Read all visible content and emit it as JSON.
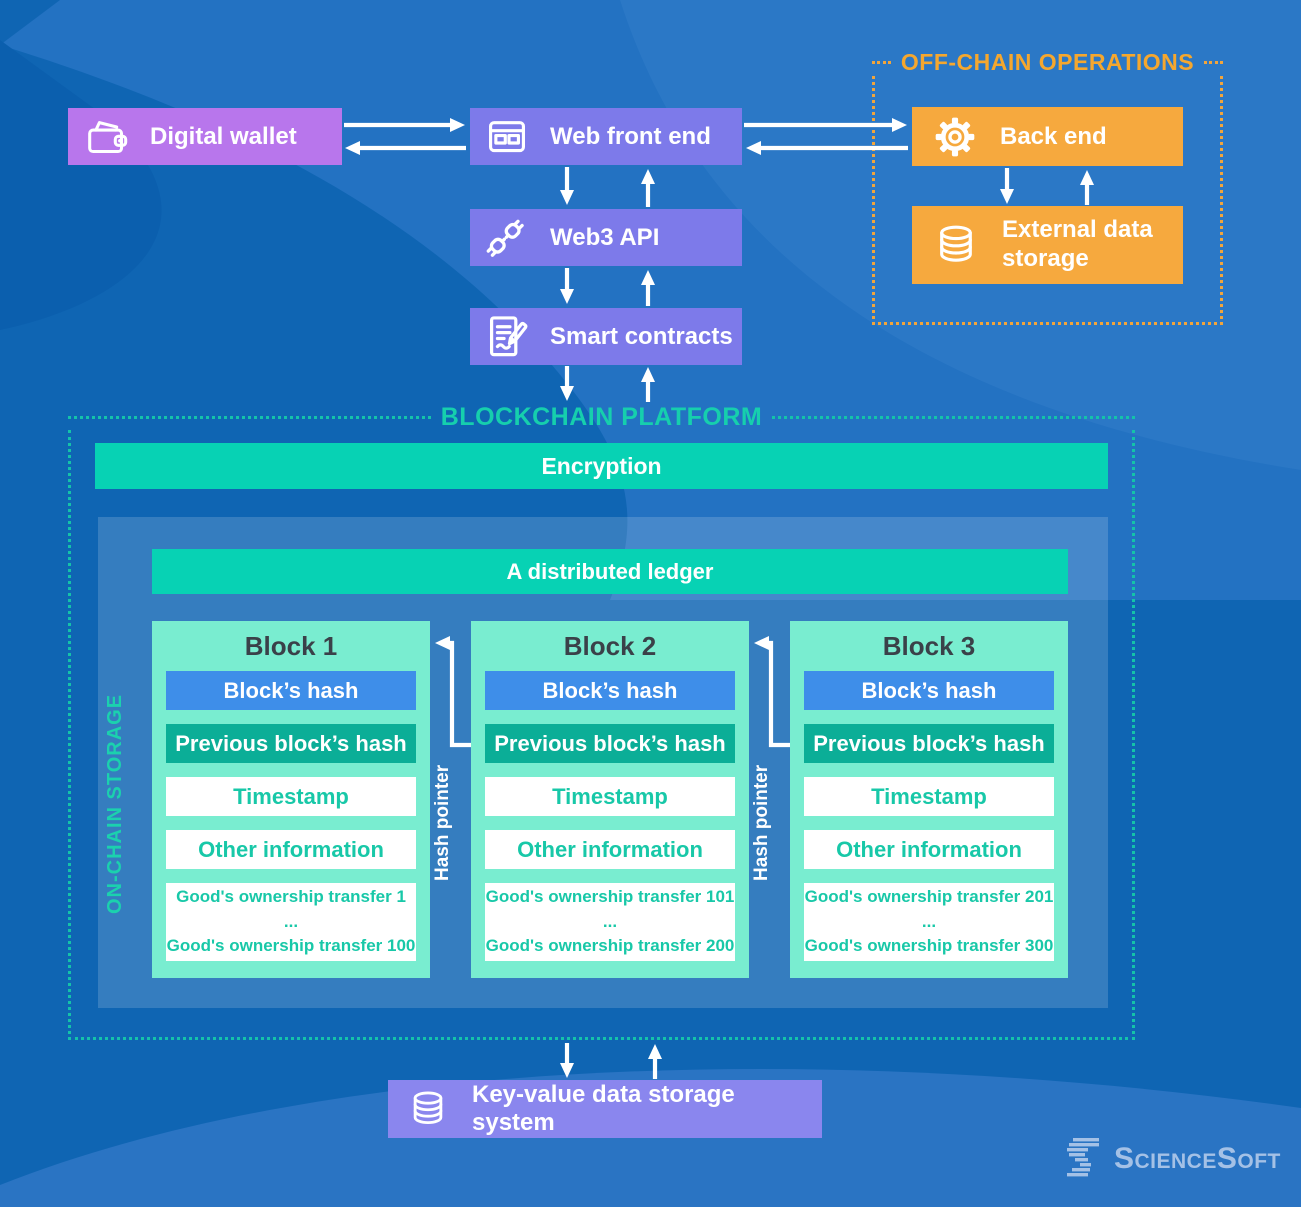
{
  "nodes": {
    "digital_wallet": "Digital wallet",
    "web_front_end": "Web front end",
    "web3_api": "Web3 API",
    "smart_contracts": "Smart contracts",
    "back_end": "Back end",
    "external_data_storage": "External data storage",
    "key_value_storage": "Key-value data storage system"
  },
  "groups": {
    "off_chain": {
      "title": "OFF-CHAIN OPERATIONS"
    },
    "blockchain_platform": {
      "title": "BLOCKCHAIN PLATFORM",
      "encryption_label": "Encryption",
      "on_chain_storage_label": "ON-CHAIN STORAGE",
      "ledger_label": "A distributed ledger"
    }
  },
  "hash_pointer_label": "Hash pointer",
  "blocks": [
    {
      "title": "Block 1",
      "block_hash": "Block’s hash",
      "prev_hash": "Previous block’s hash",
      "timestamp": "Timestamp",
      "other_info": "Other information",
      "transfers": {
        "first": "Good's ownership transfer 1",
        "ellipsis": "...",
        "last": "Good's ownership transfer 100"
      }
    },
    {
      "title": "Block 2",
      "block_hash": "Block’s hash",
      "prev_hash": "Previous block’s hash",
      "timestamp": "Timestamp",
      "other_info": "Other information",
      "transfers": {
        "first": "Good's ownership transfer 101",
        "ellipsis": "...",
        "last": "Good's ownership transfer 200"
      }
    },
    {
      "title": "Block 3",
      "block_hash": "Block’s hash",
      "prev_hash": "Previous block’s hash",
      "timestamp": "Timestamp",
      "other_info": "Other information",
      "transfers": {
        "first": "Good's ownership transfer 201",
        "ellipsis": "...",
        "last": "Good's ownership transfer 300"
      }
    }
  ],
  "logo": {
    "text": "ScienceSoft"
  },
  "colors": {
    "background": "#0f65b3",
    "background_light": "#2472c1",
    "purple": "#b876ec",
    "periwinkle": "#7d7aea",
    "key_value_purple": "#8a86ee",
    "orange": "#f6a93e",
    "orange_title": "#f5a72e",
    "teal": "#07d2b4",
    "teal_title": "#16cfad",
    "mint_block": "#79edd0",
    "hash_chip_blue": "#3e8ee9",
    "prev_hash_chip_teal": "#0bae97",
    "row_text_teal": "#18c8a8",
    "logo_blue": "#a4c1e6"
  }
}
